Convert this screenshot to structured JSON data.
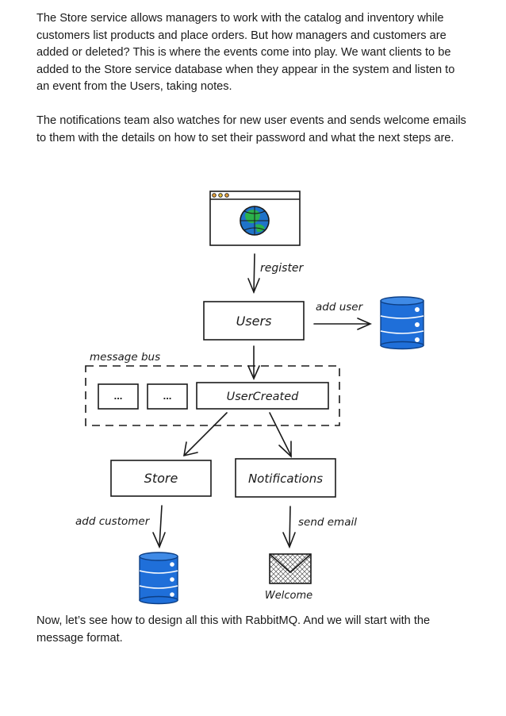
{
  "paragraphs": [
    "The Store service allows managers to work with the catalog and inventory while customers list products and place orders. But how managers and customers are added or deleted? This is where the events come into play. We want clients to be added to the Store service database when they appear in the system and listen to an event from the Users, taking notes.",
    "The notifications team also watches for new user events and sends welcome emails to them with the details on how to set their password and what the next steps are.",
    "Now, let’s see how to design all this with RabbitMQ. And we will start with the message format."
  ],
  "diagram": {
    "register_label": "register",
    "users_label": "Users",
    "add_user_label": "add user",
    "message_bus_label": "message bus",
    "queue_placeholder_1": "...",
    "queue_placeholder_2": "...",
    "event_label": "UserCreated",
    "store_label": "Store",
    "notifications_label": "Notifications",
    "add_customer_label": "add customer",
    "send_email_label": "send email",
    "welcome_label": "Welcome",
    "colors": {
      "database_fill": "#1f6fd9",
      "database_stroke": "#0d3f85",
      "globe_fill": "#1f73c9",
      "globe_land": "#2bb24c",
      "stroke": "#1a1a1a"
    }
  }
}
